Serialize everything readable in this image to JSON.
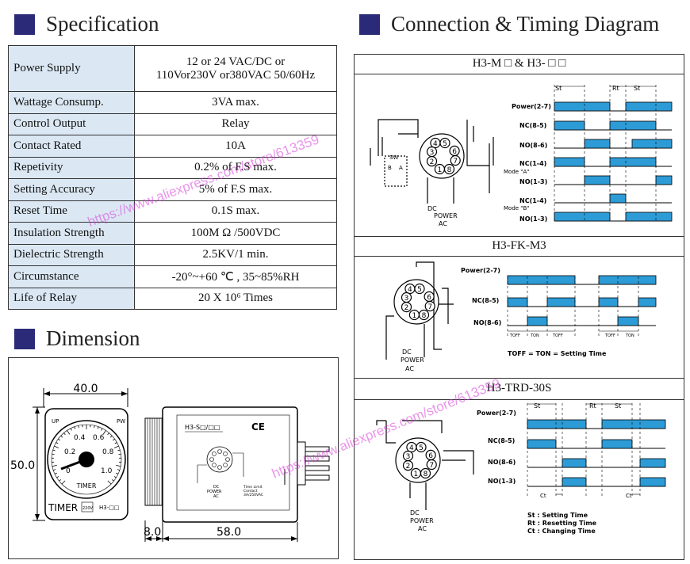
{
  "colors": {
    "accent": "#2a2a78",
    "pulse": "#2d9bd6",
    "header_bg": "#dbe8f4",
    "watermark": "#d83cd8"
  },
  "spec": {
    "title": "Specification",
    "rows": [
      {
        "label": "Power Supply",
        "value": "12 or 24 VAC/DC or",
        "value2": "110Vor230V or380VAC 50/60Hz"
      },
      {
        "label": "Wattage Consump.",
        "value": "3VA max."
      },
      {
        "label": "Control Output",
        "value": "Relay"
      },
      {
        "label": "Contact Rated",
        "value": "10A"
      },
      {
        "label": "Repetivity",
        "value": "0.2% of F.S max."
      },
      {
        "label": "Setting Accuracy",
        "value": "5% of F.S max."
      },
      {
        "label": "Reset Time",
        "value": "0.1S max."
      },
      {
        "label": "Insulation Strength",
        "value": "100M Ω /500VDC"
      },
      {
        "label": "Dielectric Strength",
        "value": "2.5KV/1 min."
      },
      {
        "label": "Circumstance",
        "value": "-20°~+60 ℃ , 35~85%RH"
      },
      {
        "label": "Life of Relay",
        "value": "20 X 10⁶ Times"
      }
    ]
  },
  "dimension": {
    "title": "Dimension",
    "width": "40.0",
    "height": "50.0",
    "offset": "8.0",
    "depth": "58.0",
    "dial": {
      "up": "UP",
      "pw": "PW",
      "ticks": [
        "0.4",
        "0.6",
        "0.2",
        "0.8",
        "0",
        "1.0"
      ],
      "timer_label": "TIMER",
      "brand": "TIMER",
      "voltage": "220V",
      "model": "H3-□□"
    },
    "side": {
      "label": "H3-S□/□□",
      "ce": "CE",
      "dc": "DC",
      "power": "POWER",
      "ac": "AC",
      "time_limit": "Time Limit",
      "contact": "Contact",
      "rating": "3A/250VAC"
    }
  },
  "connection": {
    "title": "Connection & Timing Diagram",
    "d1": {
      "title": "H3-M □ & H3- □ □",
      "st": "St",
      "rt": "Rt",
      "power": "Power(2-7)",
      "nc85": "NC(8-5)",
      "no86": "NO(8-6)",
      "nc14": "NC(1-4)",
      "no13": "NO(1-3)",
      "mode_a": "Mode \"A\"",
      "mode_b": "Mode \"B\"",
      "sw": "SW",
      "b": "B",
      "a": "A",
      "dc": "DC",
      "power_lbl": "POWER",
      "ac": "AC",
      "pins": [
        "4",
        "5",
        "3",
        "6",
        "2",
        "7",
        "1",
        "8"
      ]
    },
    "d2": {
      "title": "H3-FK-M3",
      "power": "Power(2-7)",
      "nc85": "NC(8-5)",
      "no86": "NO(8-6)",
      "toff": "TOFF",
      "ton": "TON",
      "formula": "TOFF = TON = Setting Time",
      "dc": "DC",
      "power_lbl": "POWER",
      "ac": "AC"
    },
    "d3": {
      "title": "H3-TRD-30S",
      "st": "St",
      "rt": "Rt",
      "ct": "Ct",
      "power": "Power(2-7)",
      "nc85": "NC(8-5)",
      "no86": "NO(8-6)",
      "no13": "NO(1-3)",
      "legend_st": "St : Setting Time",
      "legend_rt": "Rt : Resetting Time",
      "legend_ct": "Ct : Changing Time",
      "dc": "DC",
      "power_lbl": "POWER",
      "ac": "AC"
    }
  },
  "watermarks": [
    "https://www.aliexpress.com/store/613359",
    "https://www.aliexpress.com/store/613359"
  ]
}
